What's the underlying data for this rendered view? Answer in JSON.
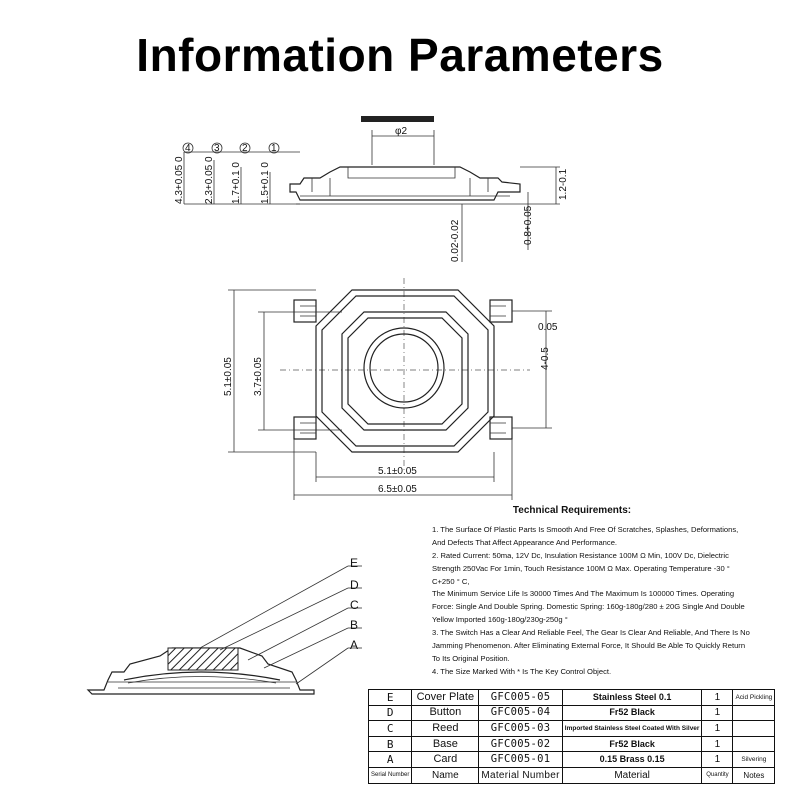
{
  "title": "Information Parameters",
  "side_view": {
    "callouts": [
      "4",
      "3",
      "2",
      "1"
    ],
    "dims": {
      "phi": "φ2",
      "d4": "4.3+0.05 0",
      "d3": "2.3+0.05 0",
      "d2": "1.7+0.1 0",
      "d1": "1.5+0.1 0",
      "right_h": "1.2-0.1",
      "bottom_a": "0.02-0.02",
      "bottom_b": "0.8+0.05"
    }
  },
  "top_view": {
    "dims": {
      "height_outer": "5.1±0.05",
      "height_inner": "3.7±0.05",
      "right_pin": "4-0.5",
      "right_pin_tol": "0.05",
      "width_body": "5.1±0.05",
      "width_total": "6.5±0.05"
    }
  },
  "exploded_view": {
    "labels": [
      "E",
      "D",
      "C",
      "B",
      "A"
    ]
  },
  "technical": {
    "title": "Technical Requirements:",
    "items": [
      "1. The Surface Of Plastic Parts Is Smooth And Free Of Scratches, Splashes, Deformations, And Defects That Affect Appearance And Performance.",
      "2. Rated Current: 50ma, 12V Dc, Insulation Resistance 100M Ω Min, 100V Dc, Dielectric Strength 250Vac For 1min, Touch Resistance 100M Ω Max. Operating Temperature -30 ° C+250 ° C,",
      "The Minimum Service Life Is 30000 Times And The Maximum Is 100000 Times. Operating Force: Single And Double Spring. Domestic Spring: 160g-180g/280 ± 20G Single And Double Yellow Imported 160g-180g/230g-250g °",
      "3. The Switch Has a Clear And Reliable Feel, The Gear Is Clear And Reliable, And There Is No Jamming Phenomenon. After Eliminating External Force, It Should Be Able To Quickly Return To Its Original Position.",
      "4. The Size Marked With * Is The Key Control Object."
    ]
  },
  "parts_table": {
    "rows": [
      {
        "serial": "E",
        "name": "Cover Plate",
        "material_number": "GFC005-05",
        "material": "Stainless Steel 0.1",
        "quantity": "1",
        "notes": "Acid Pickling"
      },
      {
        "serial": "D",
        "name": "Button",
        "material_number": "GFC005-04",
        "material": "Fr52 Black",
        "quantity": "1",
        "notes": ""
      },
      {
        "serial": "C",
        "name": "Reed",
        "material_number": "GFC005-03",
        "material": "Imported Stainless Steel Coated With Silver",
        "quantity": "1",
        "notes": ""
      },
      {
        "serial": "B",
        "name": "Base",
        "material_number": "GFC005-02",
        "material": "Fr52 Black",
        "quantity": "1",
        "notes": ""
      },
      {
        "serial": "A",
        "name": "Card",
        "material_number": "GFC005-01",
        "material": "0.15 Brass 0.15",
        "quantity": "1",
        "notes": "Silvering"
      }
    ],
    "header": {
      "serial": "Serial Number",
      "name": "Name",
      "material_number": "Material Number",
      "material": "Material",
      "quantity": "Quantity",
      "notes": "Notes"
    }
  }
}
